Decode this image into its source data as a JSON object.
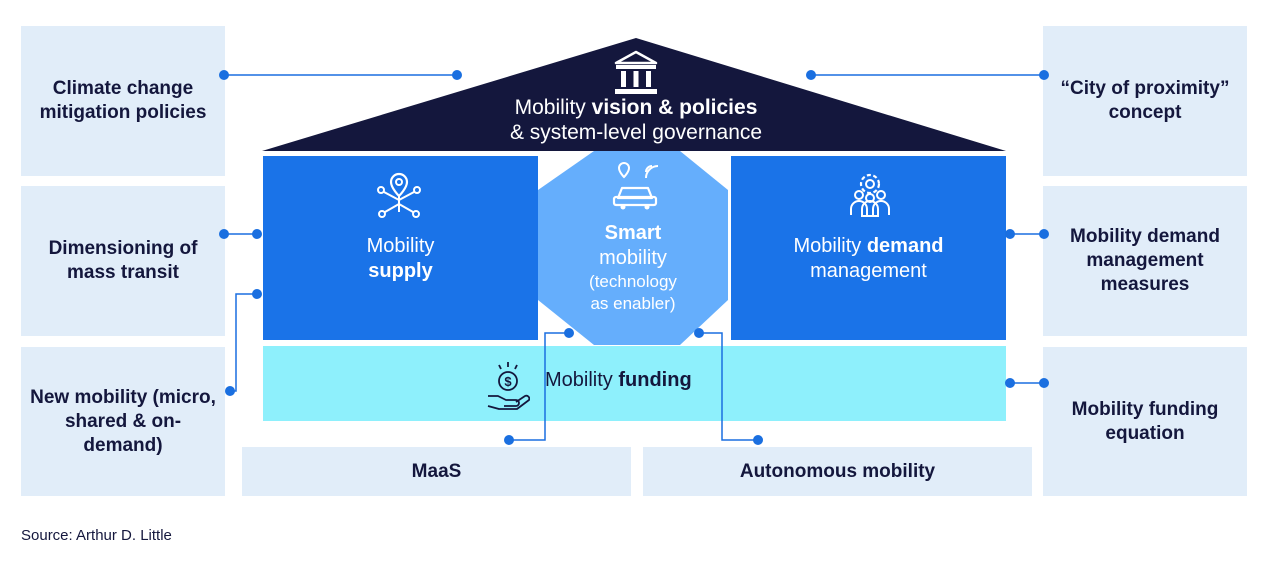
{
  "roof": {
    "line1_pre": "Mobility ",
    "line1_bold": "vision & policies",
    "line2": "& system-level governance",
    "icon": "government-building-icon"
  },
  "left_boxes": [
    "Climate change mitigation policies",
    "Dimensioning of mass transit",
    "New mobility (micro, shared & on-demand)"
  ],
  "right_boxes": [
    "“City of proximity” concept",
    "Mobility demand management measures",
    "Mobility funding equation"
  ],
  "supply": {
    "pre": "Mobility",
    "bold": "supply",
    "icon": "network-pin-icon"
  },
  "smart": {
    "bold": "Smart",
    "line2": "mobility",
    "line3": "(technology",
    "line4": "as enabler)",
    "icon": "connected-car-icon"
  },
  "demand": {
    "pre": "Mobility ",
    "bold": "demand",
    "line2": "management",
    "icon": "people-gear-icon"
  },
  "funding": {
    "pre": "Mobility ",
    "bold": "funding",
    "icon": "hand-coin-icon"
  },
  "bottom_boxes": [
    "MaaS",
    "Autonomous mobility"
  ],
  "source": "Source: Arthur D. Little",
  "colors": {
    "navy": "#14173d",
    "blue": "#1a73e8",
    "light_blue": "#65aefc",
    "cyan": "#8ef0fc",
    "pale": "#e1edf9",
    "dot": "#1a6fe0"
  }
}
